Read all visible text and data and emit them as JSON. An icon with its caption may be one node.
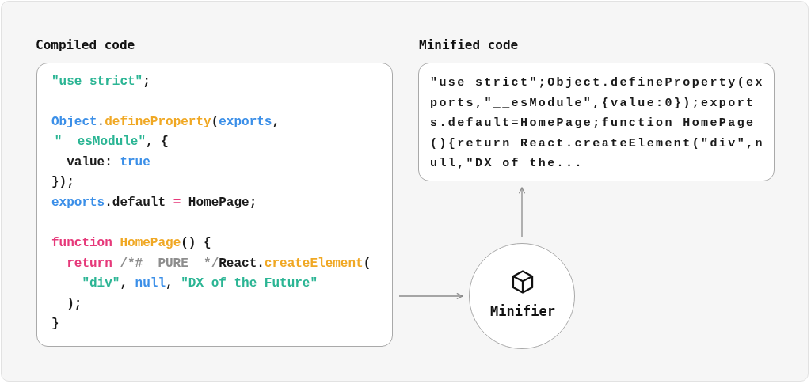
{
  "diagram": {
    "nodes": [
      {
        "text": [
          "Compiled code",
          "\"use strict\";",
          "Object.defineProperty(exports,",
          "\"__esModule\", {",
          "value: true",
          "});",
          "exports.default = HomePage;",
          "function HomePage() {",
          "return /*#__PURE__*/React.createElement(",
          "\"div\", null, \"DX of the Future\"",
          ");",
          "}"
        ]
      },
      {
        "text": [
          "Minifier"
        ]
      },
      {
        "text": [
          "Minified code",
          "\"use strict\";Object.defineProperty(exports,\"__esModule\",{value:0});exports.default=HomePage;function HomePage(){return React.createElement(\"div\",null,\"DX of the..."
        ]
      }
    ],
    "edges": [
      {
        "from": 0,
        "to": 1,
        "arrow": "to"
      },
      {
        "from": 1,
        "to": 2,
        "arrow": "to"
      }
    ]
  }
}
